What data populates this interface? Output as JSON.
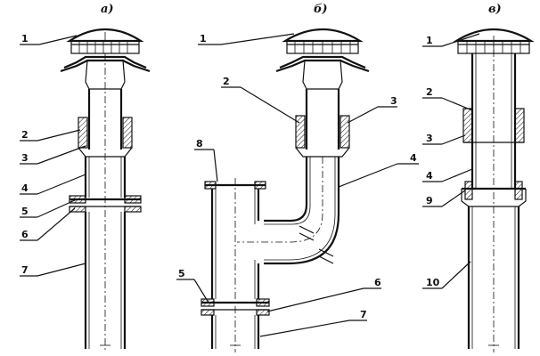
{
  "diagram": {
    "captions": {
      "a": "а)",
      "b": "б)",
      "c": "в)"
    },
    "fig_a": {
      "labels": [
        "1",
        "2",
        "3",
        "4",
        "5",
        "6",
        "7"
      ]
    },
    "fig_b": {
      "labels": [
        "1",
        "2",
        "3",
        "4",
        "5",
        "6",
        "7",
        "8"
      ]
    },
    "fig_c": {
      "labels": [
        "1",
        "2",
        "3",
        "4",
        "9",
        "10"
      ]
    }
  }
}
